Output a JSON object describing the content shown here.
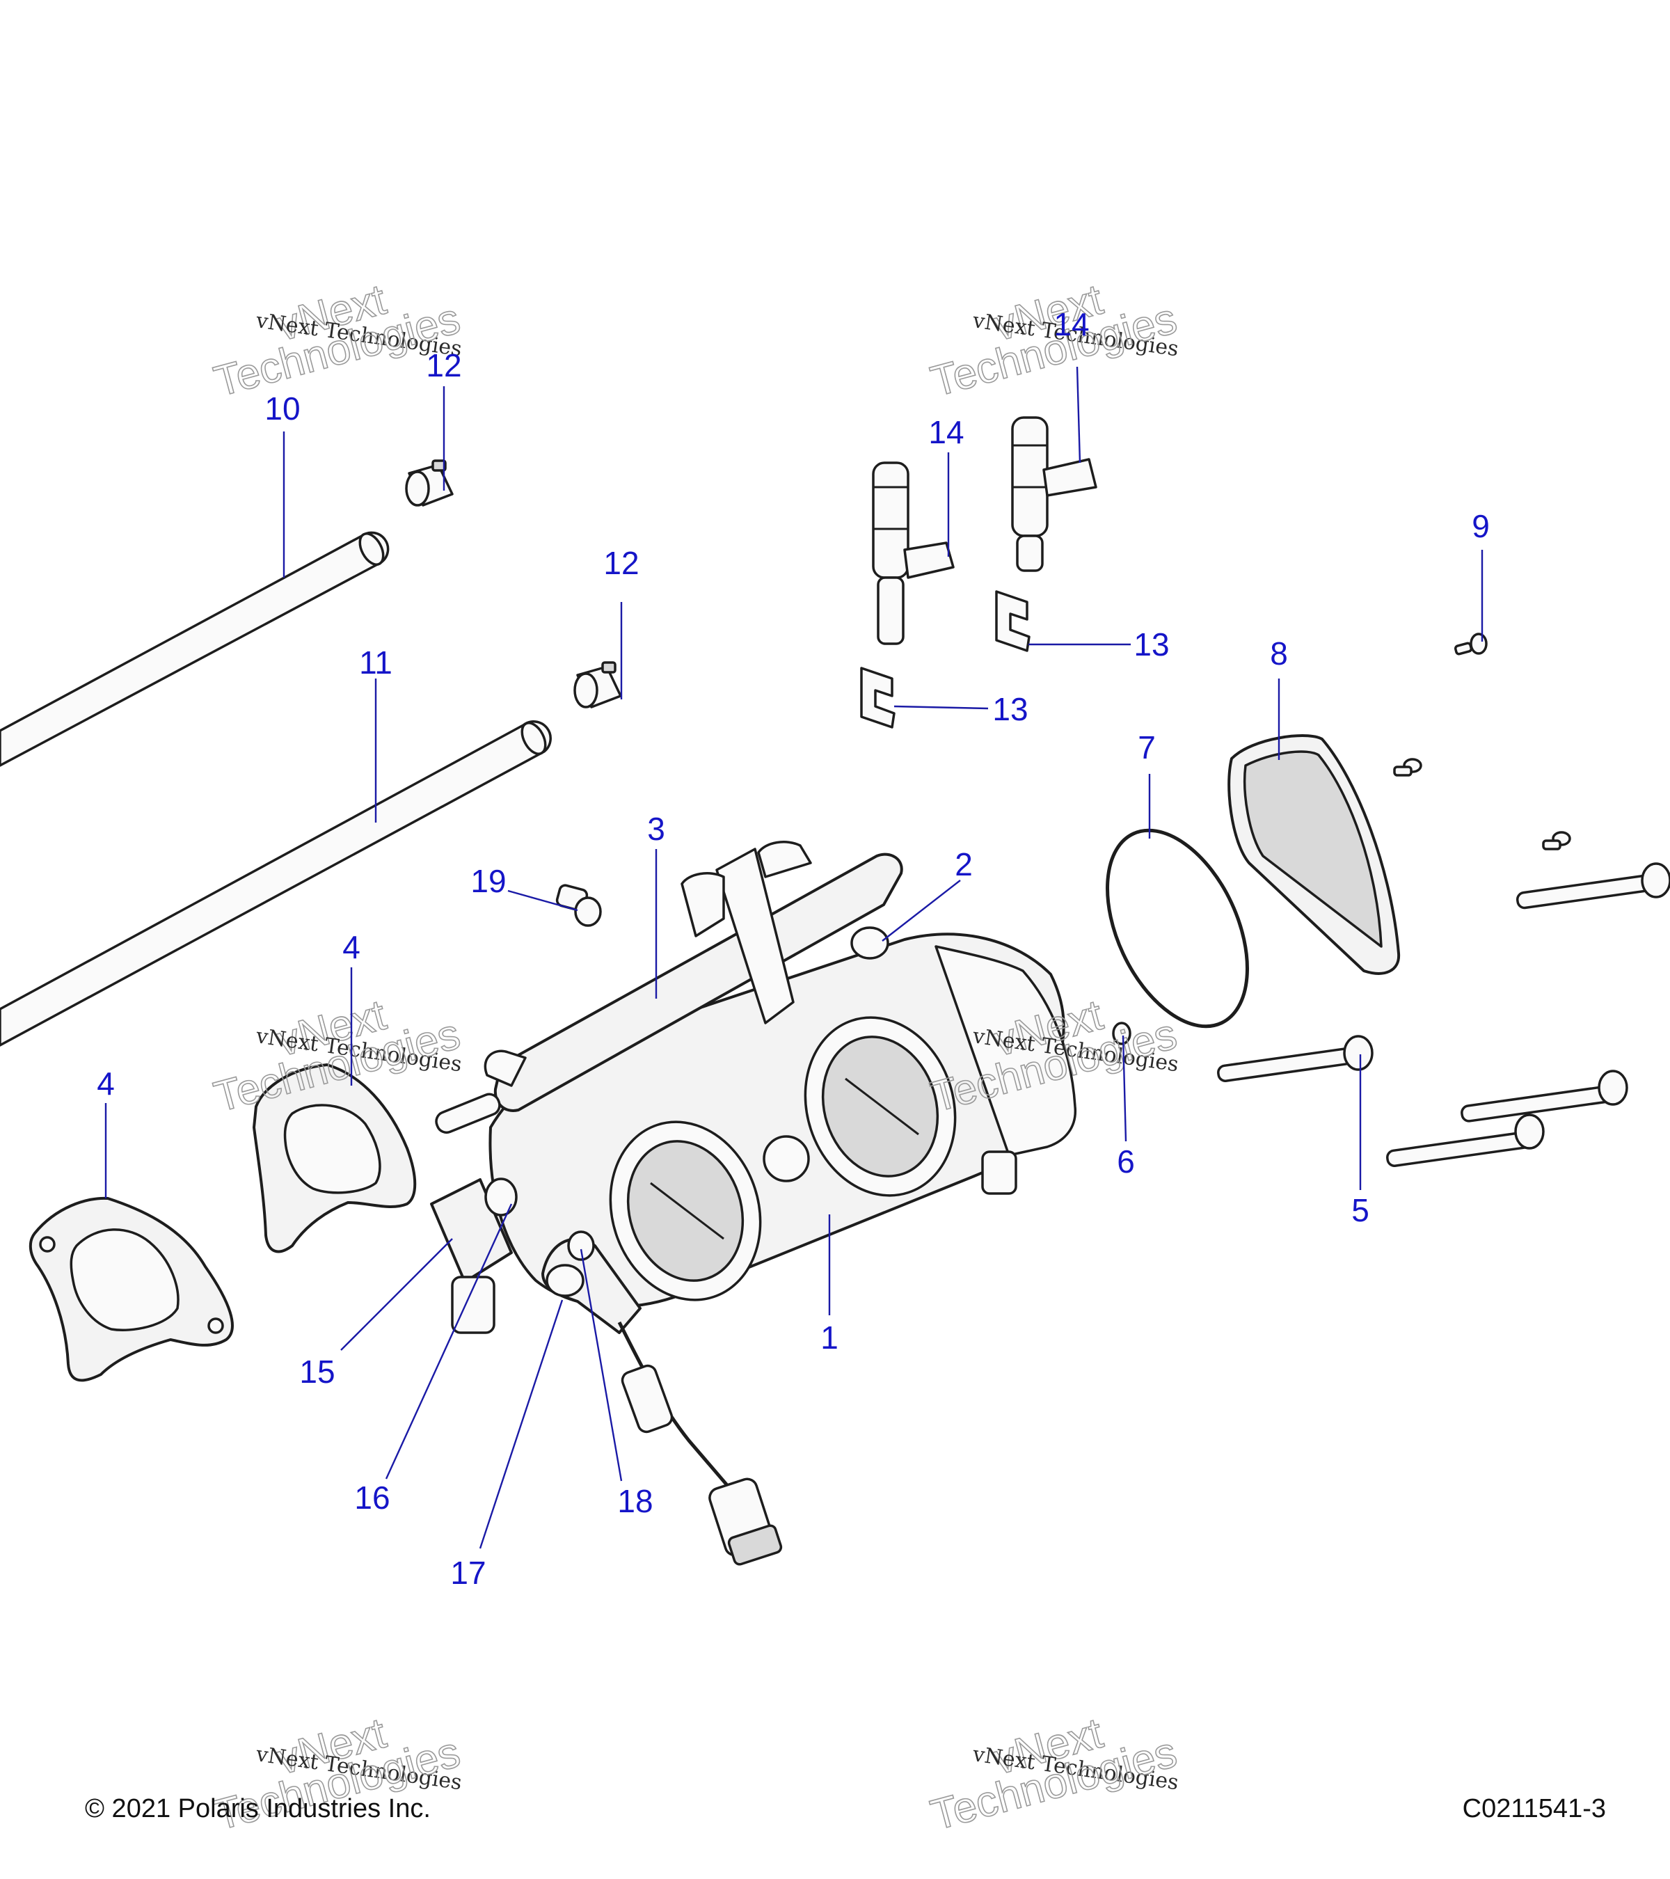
{
  "callouts": [
    {
      "label": "1"
    },
    {
      "label": "2"
    },
    {
      "label": "3"
    },
    {
      "label": "4"
    },
    {
      "label": "4"
    },
    {
      "label": "5"
    },
    {
      "label": "6"
    },
    {
      "label": "7"
    },
    {
      "label": "8"
    },
    {
      "label": "9"
    },
    {
      "label": "10"
    },
    {
      "label": "11"
    },
    {
      "label": "12"
    },
    {
      "label": "12"
    },
    {
      "label": "13"
    },
    {
      "label": "13"
    },
    {
      "label": "14"
    },
    {
      "label": "14"
    },
    {
      "label": "15"
    },
    {
      "label": "16"
    },
    {
      "label": "17"
    },
    {
      "label": "18"
    },
    {
      "label": "19"
    }
  ],
  "watermark": {
    "line_small": "vNext Technologies",
    "line_big_1": "vNext",
    "line_big_2": "Technologies"
  },
  "footer": {
    "copyright": "© 2021 Polaris Industries Inc.",
    "figure_code": "C0211541-3"
  }
}
